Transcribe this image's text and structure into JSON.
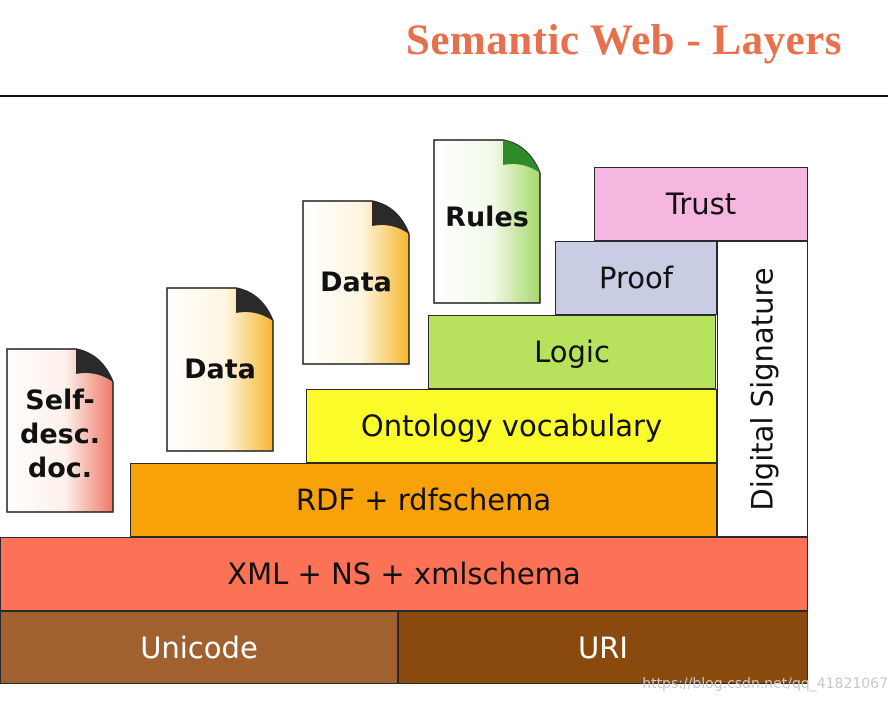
{
  "title": "Semantic Web - Layers",
  "layers": {
    "unicode": "Unicode",
    "uri": "URI",
    "xml": "XML + NS + xmlschema",
    "rdf": "RDF + rdfschema",
    "ontology": "Ontology vocabulary",
    "logic": "Logic",
    "proof": "Proof",
    "trust": "Trust",
    "signature": "Digital Signature"
  },
  "documents": {
    "self": [
      "Self-",
      "desc.",
      "doc."
    ],
    "data1": "Data",
    "data2": "Data",
    "rules": "Rules"
  },
  "colors": {
    "title": "#e8714d",
    "unicode": "#a0612e",
    "uri": "#8a4a0d",
    "xml": "#fb7257",
    "rdf": "#f9a108",
    "ontology": "#fbfb2a",
    "logic": "#b8e25d",
    "proof": "#c9cde4",
    "trust": "#f5b7e0",
    "signature": "#ffffff"
  },
  "watermark": "https://blog.csdn.net/qq_41821067"
}
